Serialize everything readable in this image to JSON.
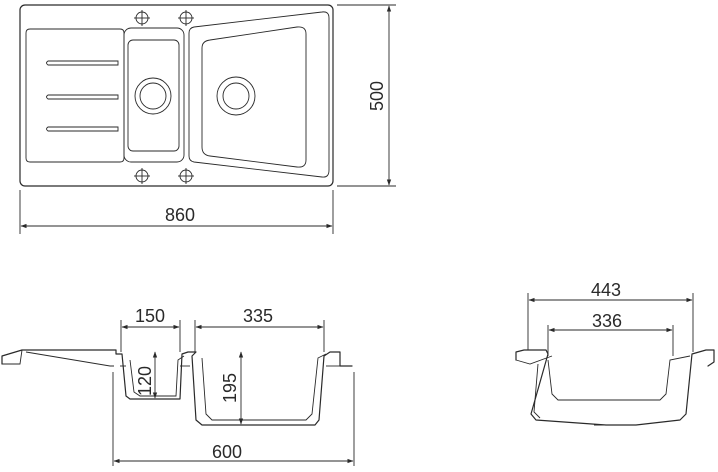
{
  "diagram": {
    "top_view": {
      "width_label": "860",
      "depth_label": "500"
    },
    "section_view": {
      "small_bowl_width": "150",
      "large_bowl_width": "335",
      "small_bowl_depth": "120",
      "large_bowl_depth": "195",
      "bowls_total_width": "600"
    },
    "side_view": {
      "outer_width": "443",
      "inner_width": "336"
    }
  }
}
